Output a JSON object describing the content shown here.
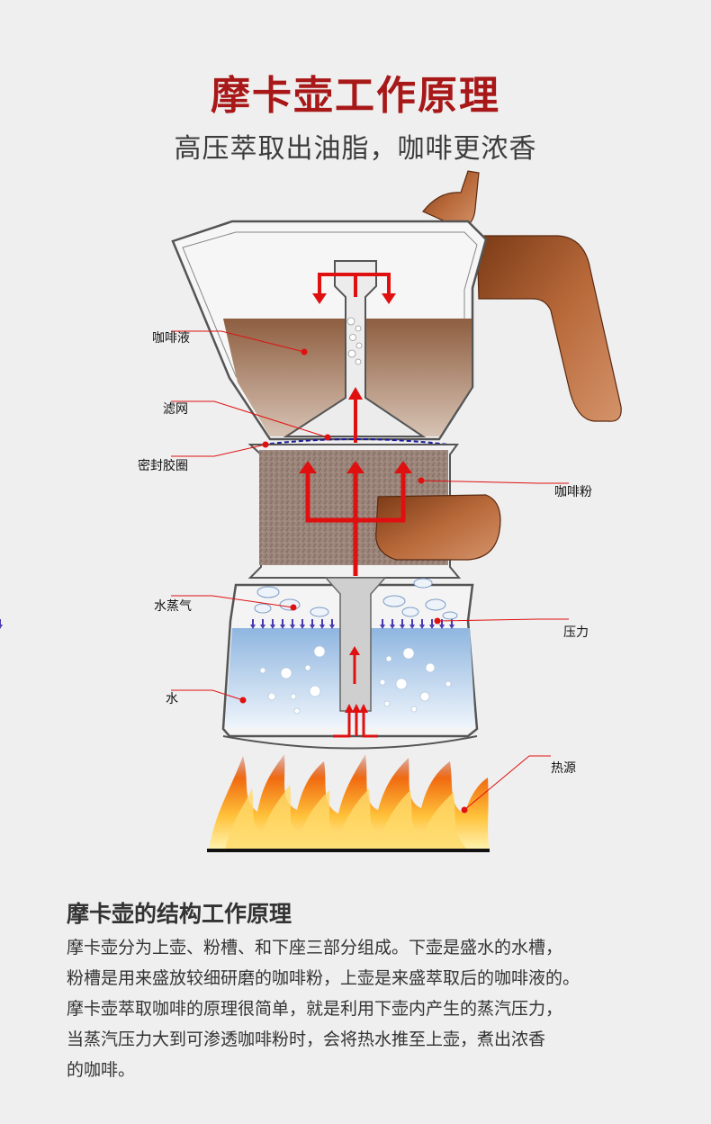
{
  "header": {
    "title": "摩卡壶工作原理",
    "subtitle": "高压萃取出油脂，咖啡更浓香"
  },
  "labels": {
    "coffee_liquid": "咖啡液",
    "filter": "滤网",
    "seal": "密封胶圈",
    "coffee_powder": "咖啡粉",
    "steam": "水蒸气",
    "pressure": "压力",
    "water": "水",
    "heat": "热源"
  },
  "description": {
    "title": "摩卡壶的结构工作原理",
    "lines": [
      "摩卡壶分为上壶、粉槽、和下座三部分组成。下壶是盛水的水槽，",
      "粉槽是用来盛放较细研磨的咖啡粉，上壶是来盛萃取后的咖啡液的。",
      "摩卡壶萃取咖啡的原理很简单，就是利用下壶内产生的蒸汽压力，",
      "当蒸汽压力大到可渗透咖啡粉时，会将热水推至上壶，煮出浓香",
      "的咖啡。"
    ]
  },
  "colors": {
    "title": "#a81818",
    "arrow": "#e01010",
    "leader": "#e01010",
    "coffee_liquid": "#9a6a4c",
    "handle": "#a85a2a",
    "water": "#a9c7e6"
  },
  "icons": [
    "steam-cloud-icon",
    "flame-icon",
    "red-arrow-icon"
  ]
}
